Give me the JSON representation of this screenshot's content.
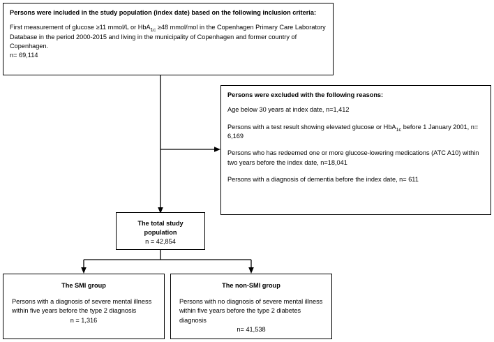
{
  "diagram": {
    "type": "flowchart",
    "inclusion_box": {
      "title": "Persons were included in the study population (index date) based on the following inclusion criteria:",
      "body_line_1": "First measurement of glucose ≥11 mmol/L or HbA",
      "body_sub_1": "1c",
      "body_line_2": " ≥48 mmol/mol in the Copenhagen Primary Care Laboratory Database in the period 2000-2015 and living in the municipality of Copenhagen and former country of Copenhagen.",
      "count": "n= 69,114"
    },
    "exclusion_box": {
      "title": "Persons were excluded with the following reasons:",
      "reasons": [
        {
          "text_before": "Age below 30 years at index date, n=1,412",
          "sub": "",
          "text_after": ""
        },
        {
          "text_before": "Persons with a test result showing elevated glucose or HbA",
          "sub": "1c",
          "text_after": " before 1 January 2001, n= 6,169"
        },
        {
          "text_before": "Persons who has redeemed one or more glucose-lowering medications (ATC A10) within two years before the index date, n=18,041",
          "sub": "",
          "text_after": ""
        },
        {
          "text_before": "Persons with a diagnosis of dementia before the index date, n= 611",
          "sub": "",
          "text_after": ""
        }
      ]
    },
    "total_box": {
      "title": "The total study population",
      "count": "n = 42,854"
    },
    "smi_box": {
      "title": "The SMI group",
      "description": "Persons with a diagnosis of severe mental illness within five years before the type 2 diagnosis",
      "count": "n = 1,316"
    },
    "non_smi_box": {
      "title": "The non-SMI group",
      "description": "Persons with no diagnosis of severe mental illness within five years before the type 2 diabetes diagnosis",
      "count": "n= 41,538"
    }
  }
}
